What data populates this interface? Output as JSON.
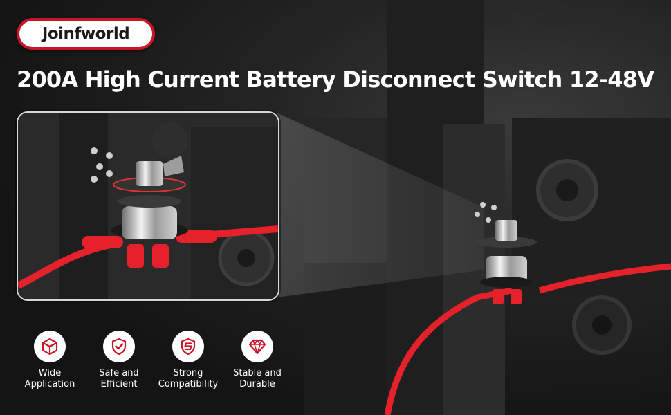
{
  "brand": {
    "name": "Joinfworld"
  },
  "headline": "200A High Current Battery Disconnect Switch 12-48V",
  "colors": {
    "accent": "#c9152a",
    "cable": "#e5212b",
    "background": "#1a1a1a"
  },
  "features": [
    {
      "icon": "box-icon",
      "line1": "Wide",
      "line2": "Application"
    },
    {
      "icon": "shield-check-icon",
      "line1": "Safe and",
      "line2": "Efficient"
    },
    {
      "icon": "s-shield-icon",
      "line1": "Strong",
      "line2": "Compatibility"
    },
    {
      "icon": "diamond-icon",
      "line1": "Stable and",
      "line2": "Durable"
    }
  ]
}
